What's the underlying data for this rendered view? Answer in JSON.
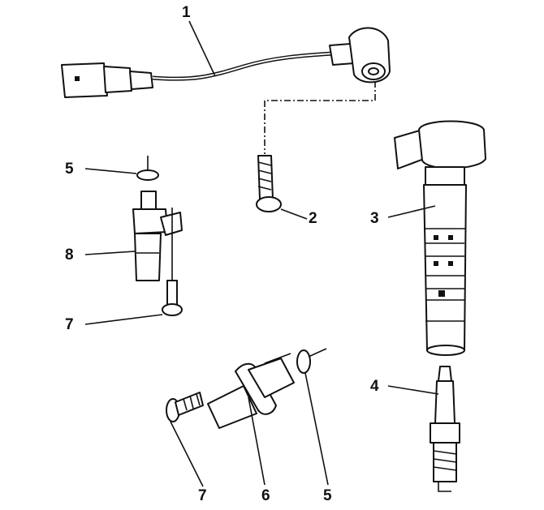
{
  "labels": {
    "knock_sensor": "1",
    "bolt_knock": "2",
    "ignition_coil": "3",
    "spark_plug": "4",
    "o_ring_left": "5",
    "o_ring_bottom": "5",
    "sensor_bottom": "6",
    "bolt_left": "7",
    "bolt_bottom": "7",
    "sensor_left": "8"
  },
  "colors": {
    "ink": "#111111",
    "background": "#ffffff"
  }
}
